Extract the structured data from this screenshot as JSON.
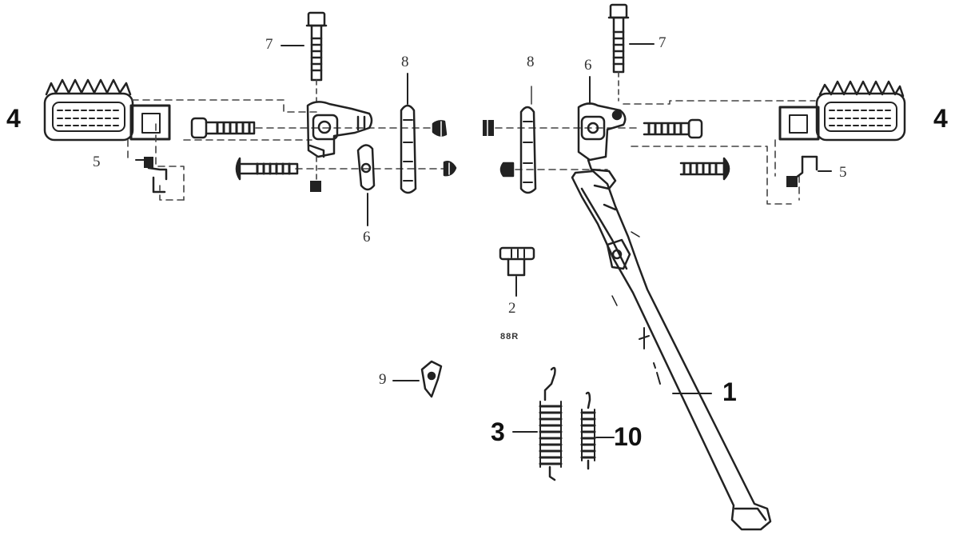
{
  "callouts": {
    "left_footpeg": "4",
    "left_spring_clip": "5",
    "left_bolt_top": "7",
    "left_plate": "8",
    "left_bracket": "6",
    "right_plate": "8",
    "right_bracket_top": "6",
    "right_bolt_top": "7",
    "right_footpeg": "4",
    "right_spring_clip": "5",
    "bolt": "2",
    "bolt_note": "88R",
    "pin": "9",
    "stand": "1",
    "spring_large": "3",
    "spring_small": "10"
  }
}
